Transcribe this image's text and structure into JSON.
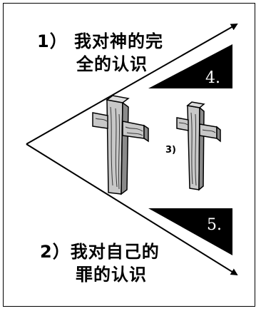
{
  "labels": {
    "point1_line1": "1） 我对神的完",
    "point1_line2": "全的认识",
    "point2_line1": "2）我对自己的",
    "point2_line2": "罪的认识",
    "point3": "3)",
    "box4": "4.",
    "box5": "5."
  },
  "colors": {
    "ink": "#000000",
    "wood_light": "#c8c8c8",
    "wood_dark": "#8a8a8a",
    "wood_line": "#3a3a3a"
  },
  "icons": {
    "cross_large": "wooden-cross-icon",
    "cross_small": "wooden-cross-icon"
  }
}
